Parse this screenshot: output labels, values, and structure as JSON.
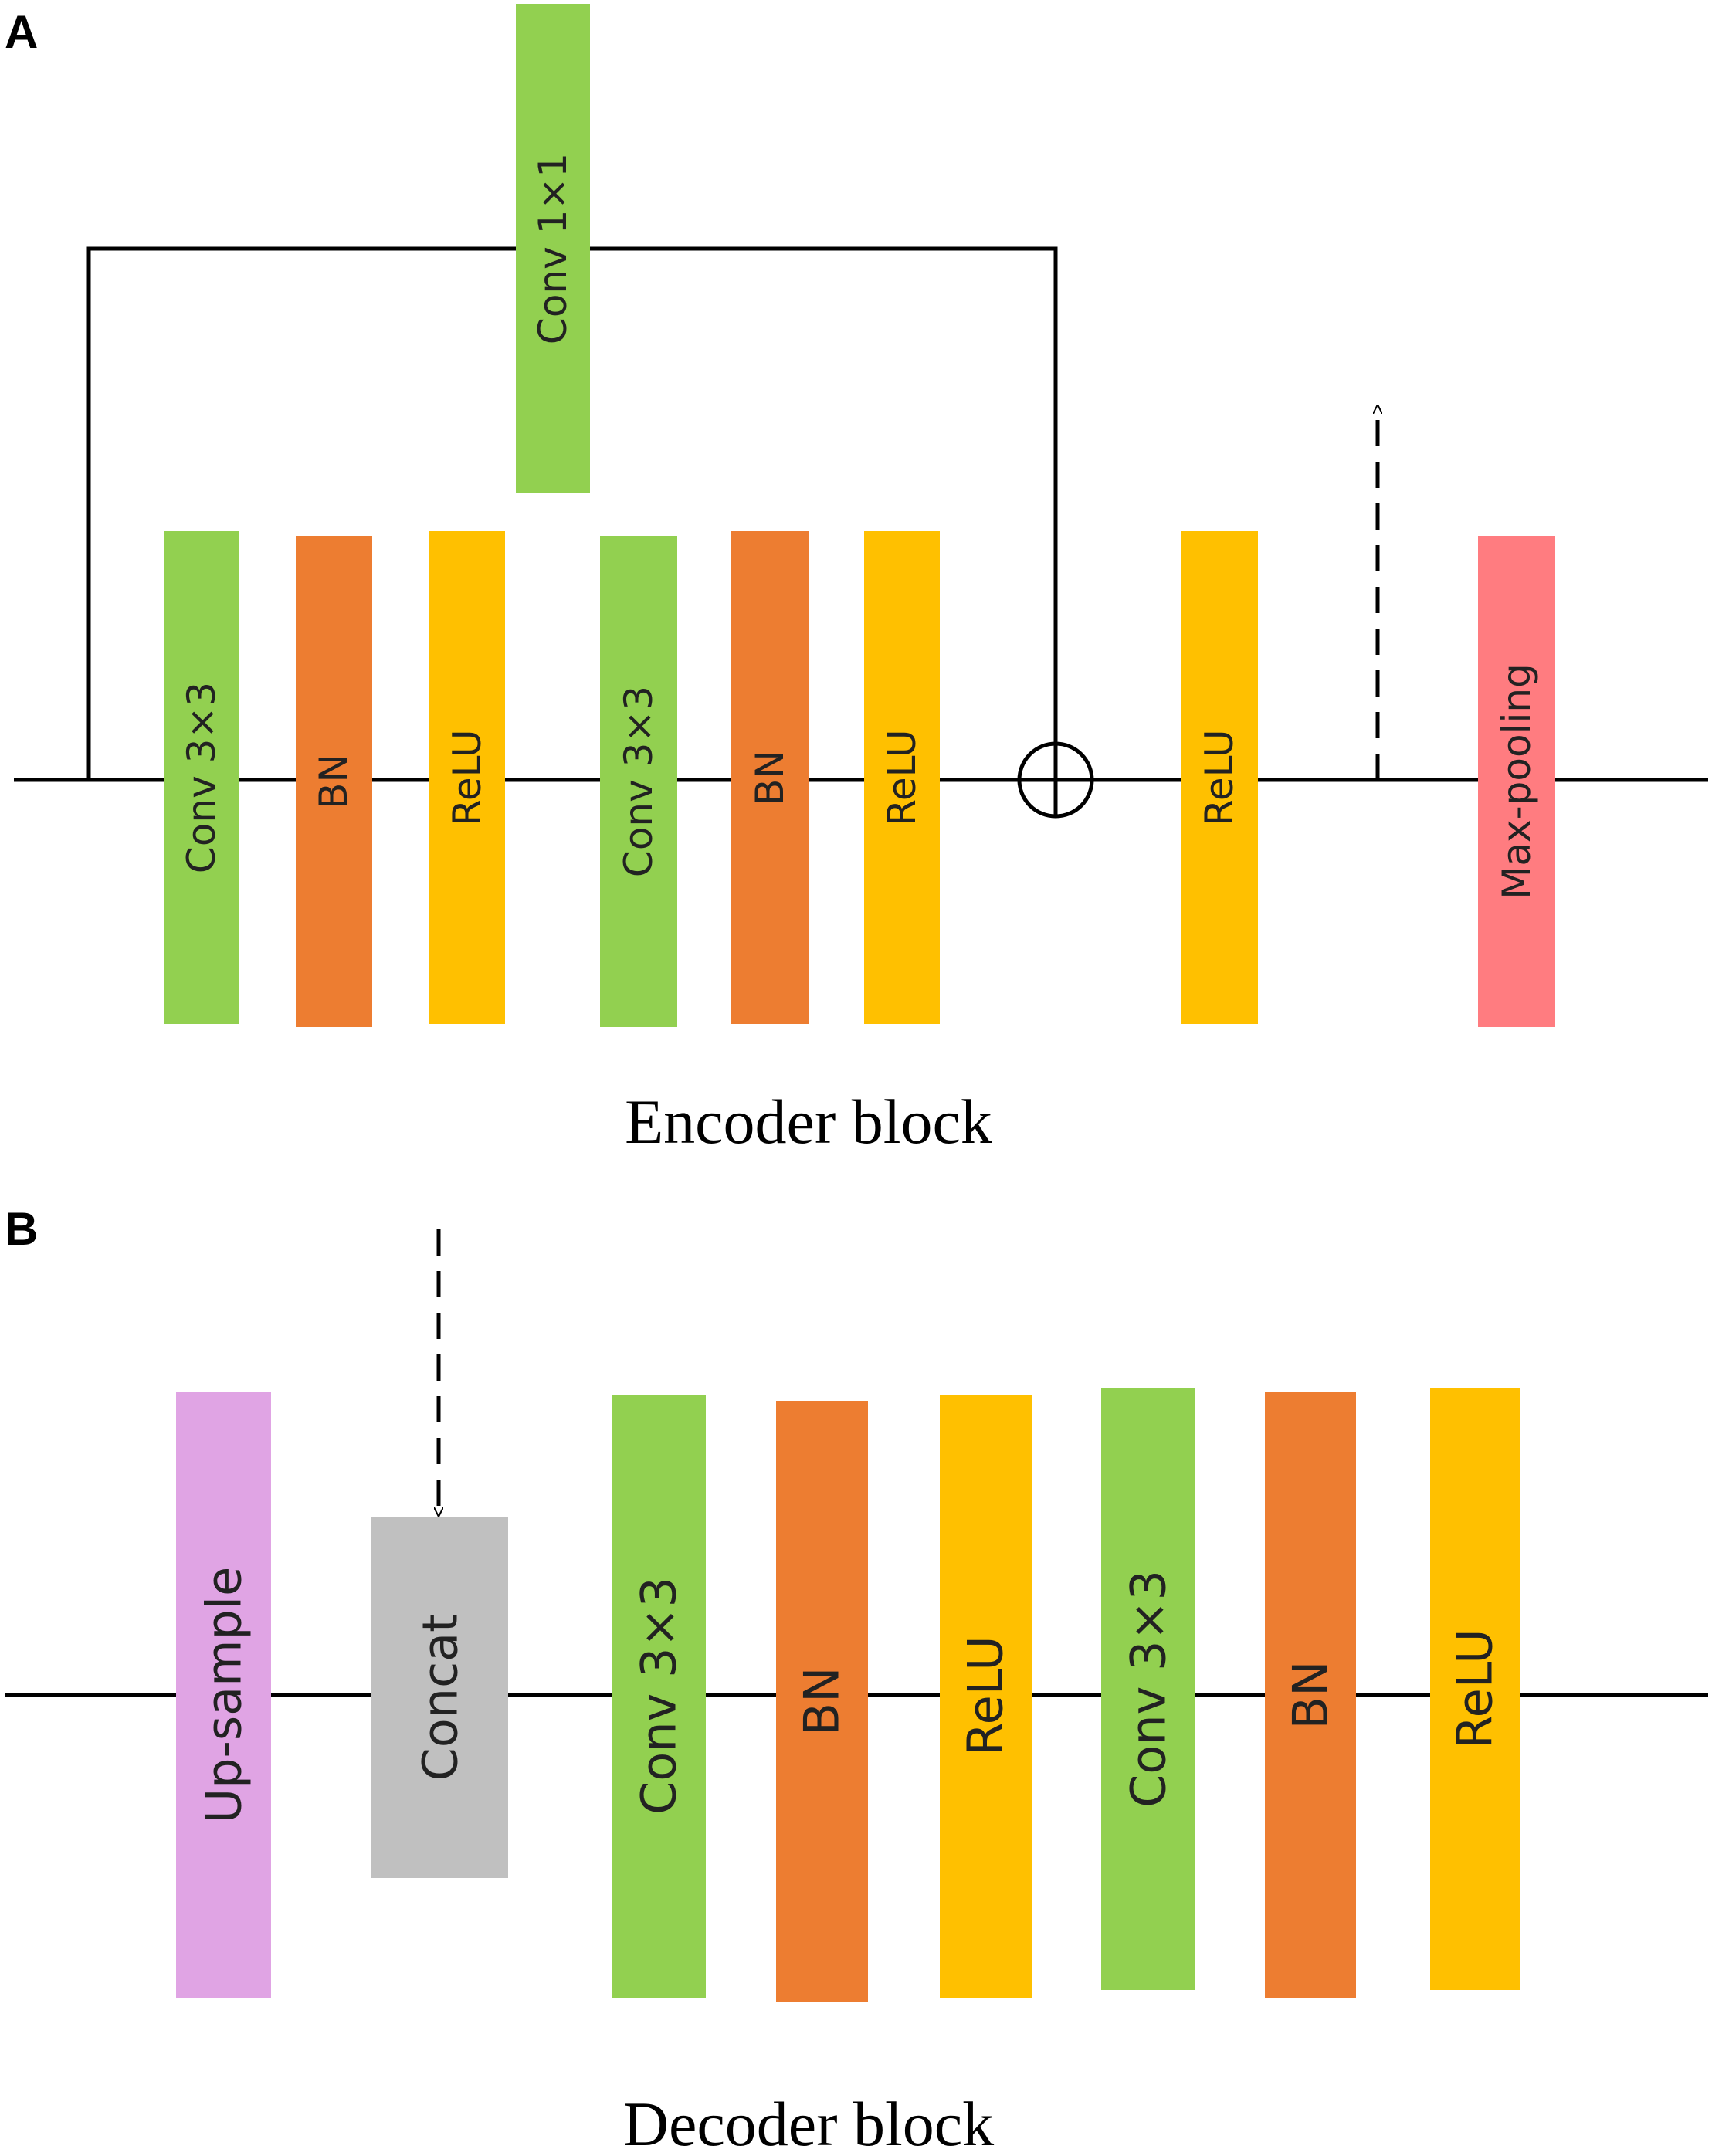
{
  "panels": {
    "a": {
      "letter": "A",
      "caption": "Encoder block"
    },
    "b": {
      "letter": "B",
      "caption": "Decoder block"
    }
  },
  "colors": {
    "conv": "#92d050",
    "bn": "#ed7d31",
    "relu": "#ffc000",
    "maxpool": "#ff7c80",
    "upsample": "#e0a4e4",
    "concat": "#c0c0c0",
    "line": "#000000"
  },
  "encoder": {
    "shortcut_conv": "Conv 1×1",
    "blocks": [
      "Conv 3×3",
      "BN",
      "ReLU",
      "Conv 3×3",
      "BN",
      "ReLU",
      "ReLU",
      "Max-pooling"
    ],
    "add_icon": "circle-plus-icon"
  },
  "decoder": {
    "blocks": [
      "Up-sample",
      "Concat",
      "Conv 3×3",
      "BN",
      "ReLU",
      "Conv 3×3",
      "BN",
      "ReLU"
    ]
  }
}
